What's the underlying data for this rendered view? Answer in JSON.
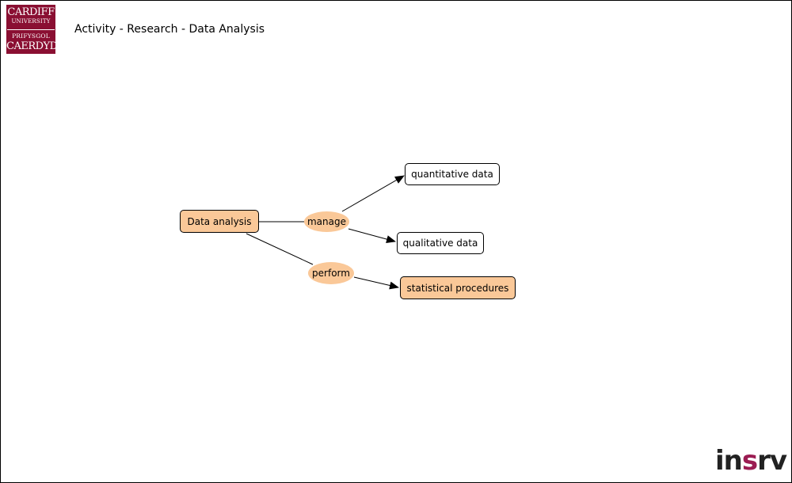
{
  "header": {
    "title": "Activity - Research - Data Analysis"
  },
  "logo": {
    "line1": "CARDIFF",
    "line2": "UNIVERSITY",
    "line3": "PRIFYSGOL",
    "line4": "CAERDYD",
    "color": "#8a0f32"
  },
  "diagram": {
    "nodes": {
      "data_analysis": "Data analysis",
      "quantitative_data": "quantitative data",
      "qualitative_data": "qualitative data",
      "statistical_procedures": "statistical procedures"
    },
    "links": {
      "manage": "manage",
      "perform": "perform"
    },
    "colors": {
      "highlight_fill": "#fac898",
      "stroke": "#000000"
    }
  },
  "footer": {
    "brand_part1": "in",
    "brand_part2": "s",
    "brand_part3": "rv",
    "brand_color_dark": "#222222",
    "brand_color_accent": "#9b1c52"
  }
}
